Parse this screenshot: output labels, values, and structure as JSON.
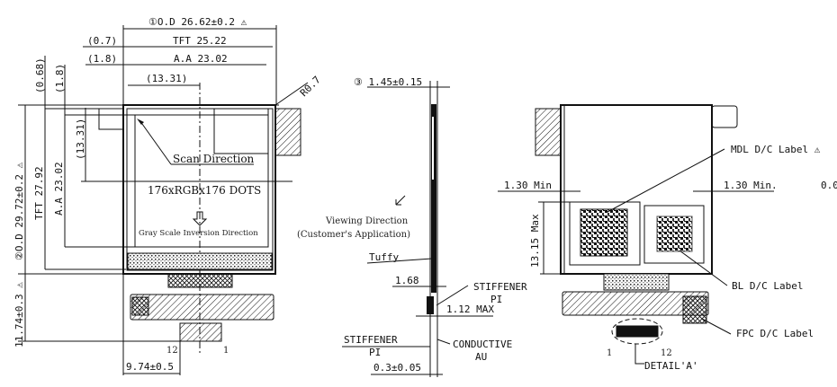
{
  "front_view": {
    "od_width": "①O.D 26.62±0.2 ⚠",
    "tft_width": "TFT 25.22",
    "aa_width": "A.A 23.02",
    "left_offset_tft": "(0.7)",
    "left_offset_aa": "(1.8)",
    "center_h": "(13.31)",
    "top_offset_tft": "(0.68)",
    "top_offset_aa": "(1.8)",
    "center_v": "(13.31)",
    "od_height": "②O.D 29.72±0.2 ⚠",
    "tft_height": "TFT 27.92",
    "aa_height": "A.A 23.02",
    "corner_radius": "R0.7",
    "scan_direction": "Scan Direction",
    "resolution": "176xRGBx176 DOTS",
    "gray_scale": "Gray Scale Inversion Direction",
    "fpc_length": "11.74±0.3 ⚠",
    "fpc_offset": "9.74±0.5",
    "pin_12": "12",
    "pin_1": "1"
  },
  "side_view": {
    "thickness": "③ 1.45±0.15",
    "viewing_direction": "Viewing Direction",
    "customer_app": "(Customer's Application)",
    "tuffy": "Tuffy",
    "dim_168": "1.68",
    "stiffener_top": "STIFFENER",
    "stiffener_top_pi": "PI",
    "max_112": "1.12 MAX",
    "stiffener_bottom": "STIFFENER",
    "stiffener_bottom_pi": "PI",
    "conductive": "CONDUCTIVE",
    "conductive_au": "AU",
    "fpc_thickness": "0.3±0.05"
  },
  "rear_view": {
    "min_left": "1.30 Min",
    "min_right": "1.30 Min.",
    "max_height": "13.15 Max",
    "mdl_label": "MDL D/C Label ⚠",
    "bl_label": "BL D/C Label",
    "fpc_label": "FPC D/C Label",
    "detail": "DETAIL'A'",
    "pin_1": "1",
    "pin_12": "12",
    "cut_value": "0.0"
  }
}
